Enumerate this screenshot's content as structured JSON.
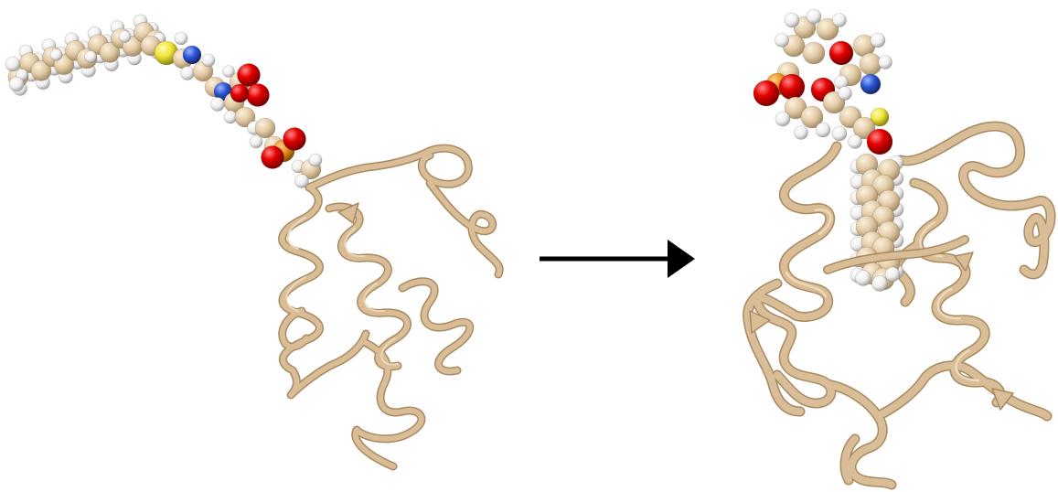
{
  "figure": {
    "panels": [
      {
        "id": "before",
        "depiction": "protein-ribbon-with-extended-lipid-chain"
      },
      {
        "id": "after",
        "depiction": "protein-ribbon-with-buried-lipid-chain"
      }
    ],
    "transition": "right-arrow"
  },
  "colors": {
    "background": "#ffffff",
    "ribbon": "#d8bd96",
    "ribbon_shade": "#a98a60",
    "carbon": "#e2cba6",
    "hydrogen": "#f6f6f6",
    "oxygen": "#e50000",
    "nitrogen": "#2b55d6",
    "phosphorus": "#e8921e",
    "sulfur": "#f0e63a",
    "arrow": "#000000"
  }
}
